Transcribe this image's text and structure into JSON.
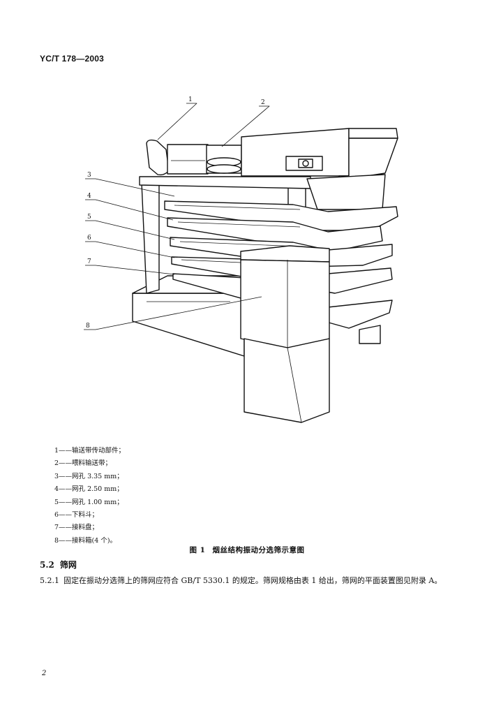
{
  "header": {
    "doc_code": "YC/T 178—2003"
  },
  "figure": {
    "callouts": [
      "1",
      "2",
      "3",
      "4",
      "5",
      "6",
      "7",
      "8"
    ],
    "legend": [
      "1——输送带传动部件；",
      "2——喂料输送带；",
      "3——网孔 3.35 mm；",
      "4——网孔 2.50 mm；",
      "5——网孔 1.00 mm；",
      "6——下料斗；",
      "7——接料盘；",
      "8——接料箱(4 个)。"
    ],
    "caption_label": "图 1",
    "caption_title": "烟丝结构振动分选筛示意图"
  },
  "section": {
    "number": "5.2",
    "title": "筛网"
  },
  "paragraph": {
    "number": "5.2.1",
    "text": "固定在振动分选筛上的筛网应符合 GB/T 5330.1 的规定。筛网规格由表 1 给出，筛网的平面装置图见附录 A。"
  },
  "page_number": "2"
}
